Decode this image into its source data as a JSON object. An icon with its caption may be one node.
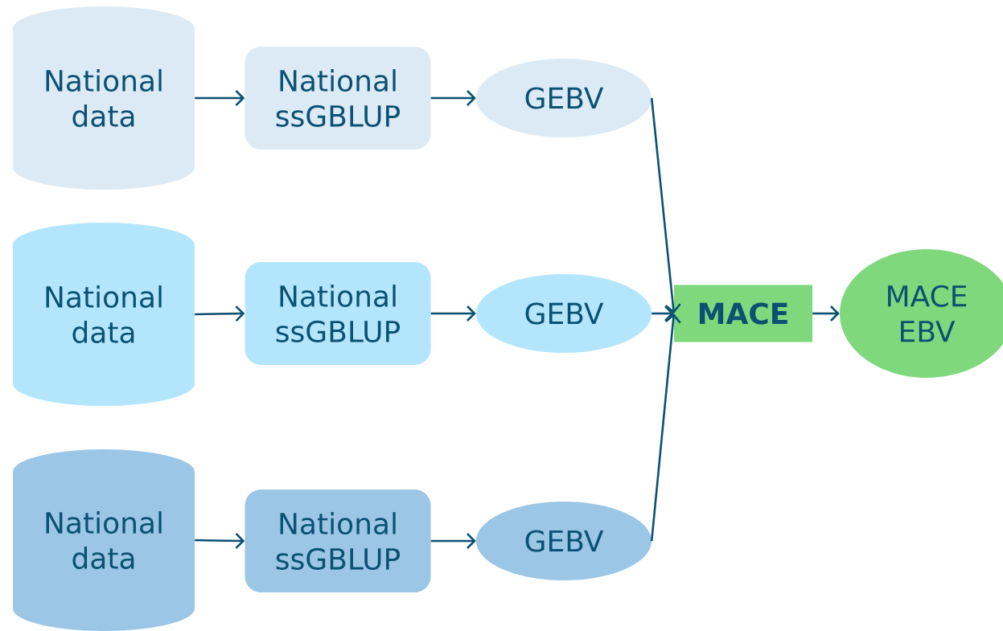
{
  "diagram": {
    "nodes": [
      {
        "text": [
          "National data"
        ]
      },
      {
        "text": [
          "National ssGBLUP"
        ]
      },
      {
        "text": [
          "GEBV"
        ]
      },
      {
        "text": [
          "National data"
        ]
      },
      {
        "text": [
          "National ssGBLUP"
        ]
      },
      {
        "text": [
          "GEBV"
        ]
      },
      {
        "text": [
          "National data"
        ]
      },
      {
        "text": [
          "National ssGBLUP"
        ]
      },
      {
        "text": [
          "GEBV"
        ]
      },
      {
        "text": [
          "**MACE**"
        ]
      },
      {
        "text": [
          "MACE EBV"
        ]
      }
    ],
    "edges": [
      {
        "from": 0,
        "to": 1,
        "arrow": "to"
      },
      {
        "from": 1,
        "to": 2,
        "arrow": "to"
      },
      {
        "from": 3,
        "to": 4,
        "arrow": "to"
      },
      {
        "from": 4,
        "to": 5,
        "arrow": "to"
      },
      {
        "from": 6,
        "to": 7,
        "arrow": "to"
      },
      {
        "from": 7,
        "to": 8,
        "arrow": "to"
      },
      {
        "from": 2,
        "to": 9,
        "arrow": "to"
      },
      {
        "from": 5,
        "to": 9,
        "arrow": "to"
      },
      {
        "from": 8,
        "to": 9,
        "arrow": "to"
      },
      {
        "from": 9,
        "to": 10,
        "arrow": "to"
      }
    ]
  }
}
